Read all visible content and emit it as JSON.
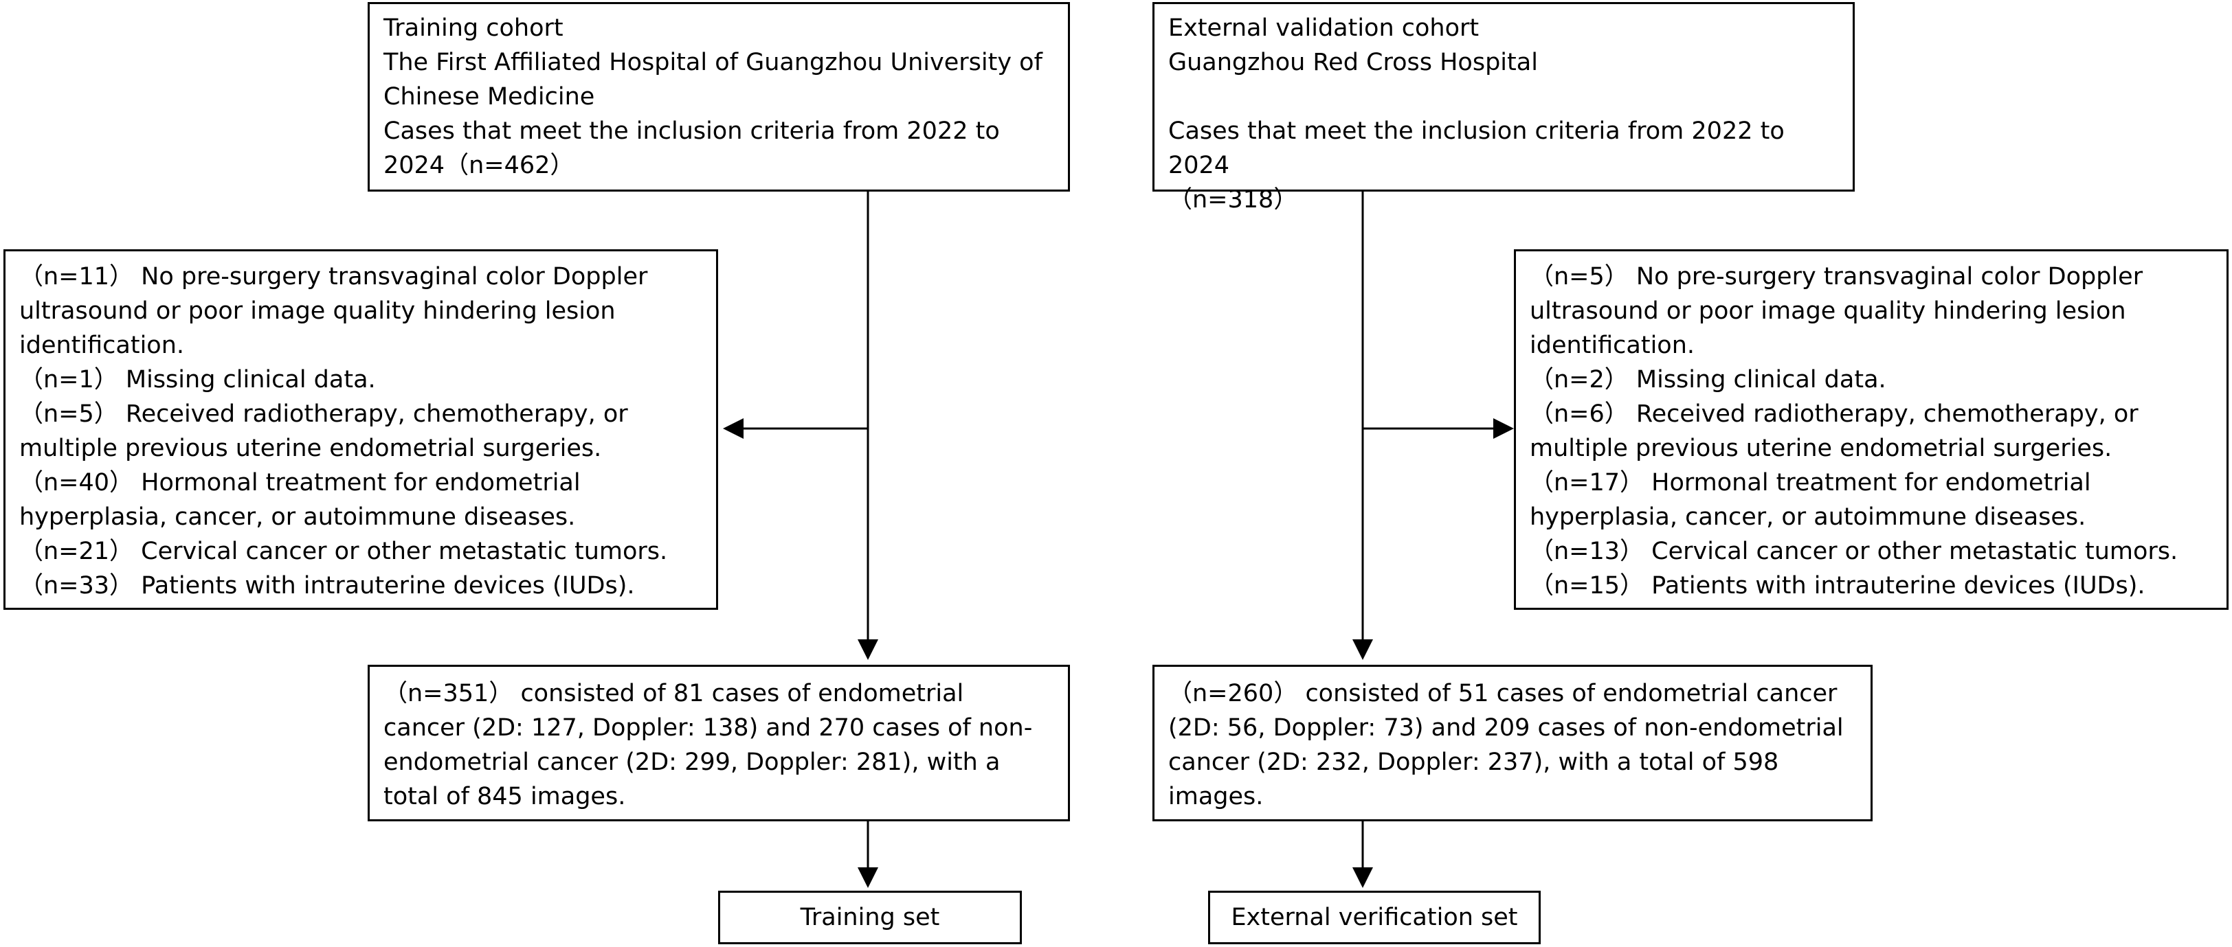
{
  "training_cohort": {
    "lines": [
      "Training cohort",
      "The First Affiliated Hospital of Guangzhou University of",
      "Chinese Medicine",
      "Cases that meet the inclusion criteria from 2022 to",
      "2024（n=462）"
    ]
  },
  "validation_cohort": {
    "lines": [
      "External validation cohort",
      "Guangzhou Red Cross Hospital",
      " ",
      "Cases that meet the inclusion criteria from 2022 to 2024",
      "（n=318）"
    ]
  },
  "training_exclusion": {
    "lines": [
      "（n=11） No pre-surgery transvaginal color Doppler",
      "ultrasound or poor image quality hindering lesion",
      "identification.",
      "（n=1） Missing clinical data.",
      "（n=5） Received radiotherapy, chemotherapy, or",
      "multiple previous uterine endometrial surgeries.",
      "（n=40） Hormonal treatment for endometrial",
      "hyperplasia, cancer, or autoimmune diseases.",
      "（n=21） Cervical cancer or other metastatic tumors.",
      "（n=33） Patients with intrauterine devices (IUDs)."
    ]
  },
  "validation_exclusion": {
    "lines": [
      "（n=5） No pre-surgery transvaginal color Doppler",
      "ultrasound or poor image quality hindering lesion",
      "identification.",
      "（n=2） Missing clinical data.",
      "（n=6） Received radiotherapy, chemotherapy, or",
      "multiple previous uterine endometrial surgeries.",
      "（n=17） Hormonal treatment for endometrial",
      "hyperplasia, cancer, or autoimmune diseases.",
      "（n=13） Cervical cancer or other metastatic tumors.",
      "（n=15） Patients with intrauterine devices (IUDs)."
    ]
  },
  "training_result": {
    "lines": [
      "（n=351） consisted of 81 cases of endometrial",
      "cancer (2D: 127, Doppler: 138) and 270 cases of non-",
      "endometrial cancer (2D: 299, Doppler: 281), with a",
      "total of 845 images."
    ]
  },
  "validation_result": {
    "lines": [
      "（n=260） consisted of 51 cases of endometrial cancer",
      "(2D: 56, Doppler: 73) and 209 cases of non-endometrial",
      "cancer (2D: 232, Doppler: 237), with a total of 598",
      "images."
    ]
  },
  "training_set": {
    "label": "Training set"
  },
  "external_set": {
    "label": "External verification set"
  }
}
